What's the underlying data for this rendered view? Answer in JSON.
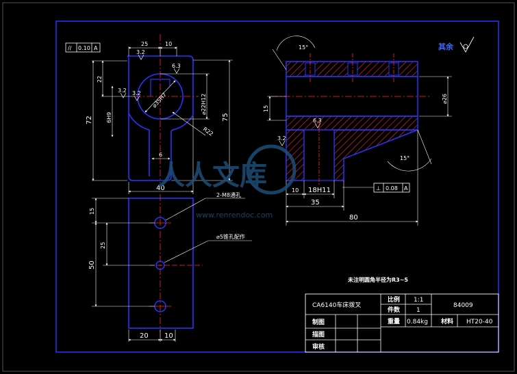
{
  "drawing": {
    "roughness_note": "其余",
    "bottom_note": "未注明圆角半径为R3~5",
    "callouts": {
      "threaded_holes": "2-M8通孔",
      "pin_holes": "⌀5锥孔配作"
    }
  },
  "top_view": {
    "tolerance_frame": {
      "symbol": "//",
      "value": "0.10",
      "datum": "A"
    },
    "dims": {
      "top_left": "25",
      "top_right": "10",
      "left_small": "22",
      "left_mid": "6H9",
      "left_total": "72",
      "right_bore": "⌀22H12",
      "right_total": "75",
      "inner_bore": "⌀35H7",
      "radius": "R22",
      "bottom_width": "40",
      "slot": "6"
    },
    "roughness_marks": [
      "3.2",
      "6.3",
      "3.2",
      "3.2"
    ]
  },
  "section_view": {
    "angle_top": "15°",
    "angle_bottom": "15°",
    "dia_right": "⌀26",
    "left_height": "15",
    "fit": "18H11",
    "dim_10": "10",
    "dim_35": "35",
    "dim_80": "80",
    "perp_frame": {
      "symbol": "⊥",
      "value": "0.08",
      "datum": "A"
    },
    "roughness_marks": [
      "3.2",
      "6.3"
    ]
  },
  "bottom_view": {
    "dims": {
      "top": "15",
      "mid": "25",
      "total": "50",
      "width": "20",
      "right": "10"
    }
  },
  "title_block": {
    "part_name": "CA6140车床拨叉",
    "scale_label": "比例",
    "scale_value": "1:1",
    "drawing_no": "84009",
    "qty_label": "件数",
    "qty_value": "1",
    "drawn_label": "制图",
    "weight_label": "重量",
    "weight_value": "0.84kg",
    "material_label": "材料",
    "material_value": "HT20-40",
    "design_label": "描图",
    "check_label": "审核"
  },
  "watermark": {
    "line1": "人人文库",
    "line2": "www.renrendoc.com"
  },
  "colors": {
    "background": "#000000",
    "border": "#2a33ff",
    "outline": "#2a33ff",
    "center_line": "#ff2a2a",
    "dim_line": "#ffffff",
    "hatch": "#ff2a2a",
    "watermark": "#1e4f78"
  }
}
